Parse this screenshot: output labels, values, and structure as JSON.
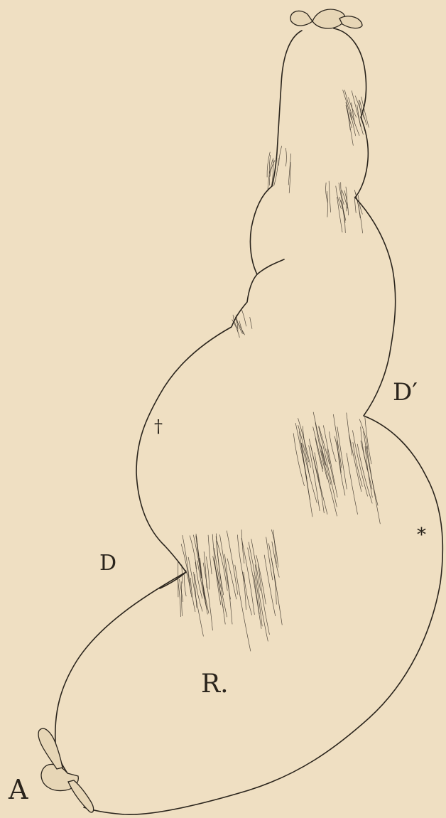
{
  "figure": {
    "labels": {
      "a": "A",
      "d": "D",
      "d_prime": "D′",
      "r": "R.",
      "dagger": "†",
      "star": "*"
    },
    "colors": {
      "paper": "#efdfc2",
      "ink": "#2a241c"
    }
  }
}
